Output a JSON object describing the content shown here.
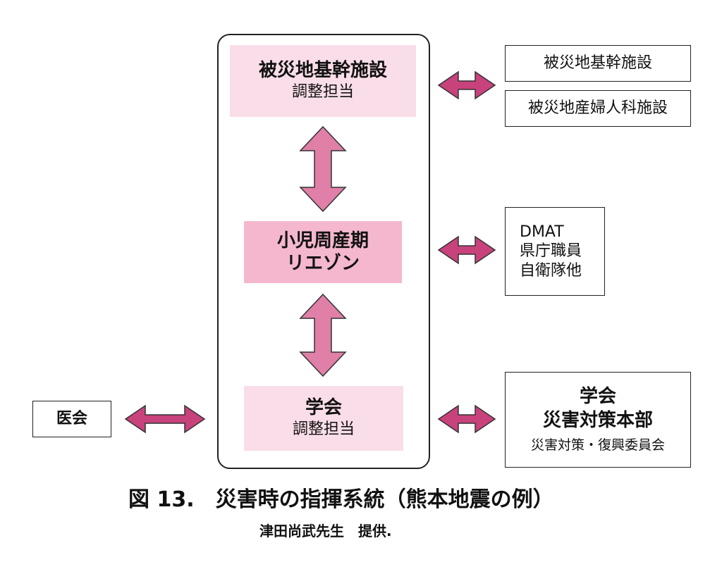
{
  "center": {
    "top": {
      "title": "被災地基幹施設",
      "sub": "調整担当"
    },
    "middle": {
      "line1": "小児周産期",
      "line2": "リエゾン"
    },
    "bottom": {
      "title": "学会",
      "sub": "調整担当"
    }
  },
  "left": {
    "label": "医会"
  },
  "right": {
    "top1": "被災地基幹施設",
    "top2": "被災地産婦人科施設",
    "mid": [
      "DMAT",
      "県庁職員",
      "自衛隊他"
    ],
    "bottom": {
      "title1": "学会",
      "title2": "災害対策本部",
      "sub": "災害対策・復興委員会"
    }
  },
  "caption": "図 13.　災害時の指揮系統（熊本地震の例）",
  "credit": "津田尚武先生　提供.",
  "colors": {
    "light_pink": "#f9dde8",
    "mid_pink": "#f4b7ce",
    "arrow_fill": "#e07fa8",
    "dark_arrow": "#c8427c"
  }
}
